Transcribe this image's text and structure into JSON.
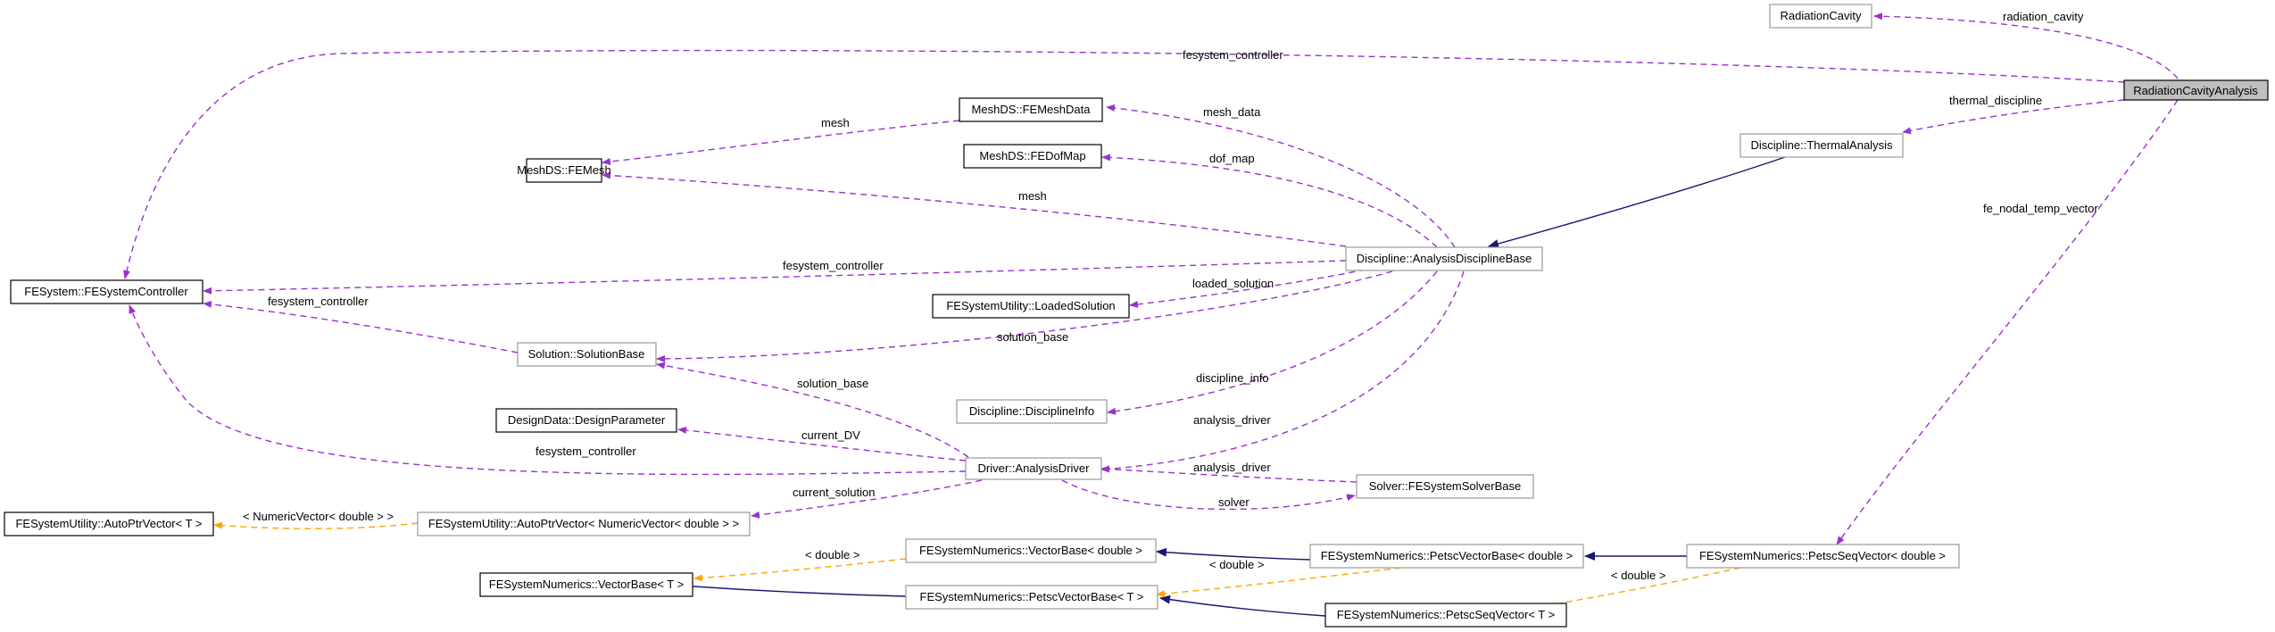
{
  "colors": {
    "usage_edge": "#9a32cd",
    "inherit_edge": "#191970",
    "template_edge": "#ffa500",
    "focus_fill": "#bfbfbf"
  },
  "nodes": {
    "radiation_cavity": "RadiationCavity",
    "radiation_cavity_analysis": "RadiationCavityAnalysis",
    "thermal_analysis": "Discipline::ThermalAnalysis",
    "fe_mesh_data": "MeshDS::FEMeshData",
    "fe_dof_map": "MeshDS::FEDofMap",
    "fe_mesh": "MeshDS::FEMesh",
    "analysis_discipline_base": "Discipline::AnalysisDisciplineBase",
    "fesystem_controller": "FESystem::FESystemController",
    "loaded_solution": "FESystemUtility::LoadedSolution",
    "solution_base": "Solution::SolutionBase",
    "discipline_info": "Discipline::DisciplineInfo",
    "design_parameter": "DesignData::DesignParameter",
    "analysis_driver": "Driver::AnalysisDriver",
    "solver_base": "Solver::FESystemSolverBase",
    "auto_ptr_vector_t": "FESystemUtility::AutoPtrVector< T >",
    "auto_ptr_vector_numeric": "FESystemUtility::AutoPtrVector< NumericVector< double > >",
    "vector_base_double": "FESystemNumerics::VectorBase< double >",
    "petsc_vector_base_double": "FESystemNumerics::PetscVectorBase< double >",
    "petsc_seq_vector_double": "FESystemNumerics::PetscSeqVector< double >",
    "vector_base_t": "FESystemNumerics::VectorBase< T >",
    "petsc_vector_base_t": "FESystemNumerics::PetscVectorBase< T >",
    "petsc_seq_vector_t": "FESystemNumerics::PetscSeqVector< T >"
  },
  "edge_labels": {
    "radiation_cavity": "radiation_cavity",
    "fesystem_controller_top": "fesystem_controller",
    "thermal_discipline": "thermal_discipline",
    "fe_nodal_temp_vector": "fe_nodal_temp_vector",
    "mesh_data": "mesh_data",
    "mesh_top": "mesh",
    "dof_map": "dof_map",
    "mesh_discipline": "mesh",
    "fesystem_controller_discipline": "fesystem_controller",
    "loaded_solution": "loaded_solution",
    "solution_base_discipline": "solution_base",
    "discipline_info": "discipline_info",
    "analysis_driver_discipline": "analysis_driver",
    "fesystem_controller_solution": "fesystem_controller",
    "solution_base_driver": "solution_base",
    "current_dv": "current_DV",
    "fesystem_controller_driver": "fesystem_controller",
    "analysis_driver_solver": "analysis_driver",
    "solver": "solver",
    "current_solution": "current_solution",
    "numeric_vector_double": "< NumericVector< double > >",
    "double_vector_base": "< double >",
    "double_petsc_vector_base": "< double >",
    "double_petsc_seq_vector": "< double >"
  }
}
